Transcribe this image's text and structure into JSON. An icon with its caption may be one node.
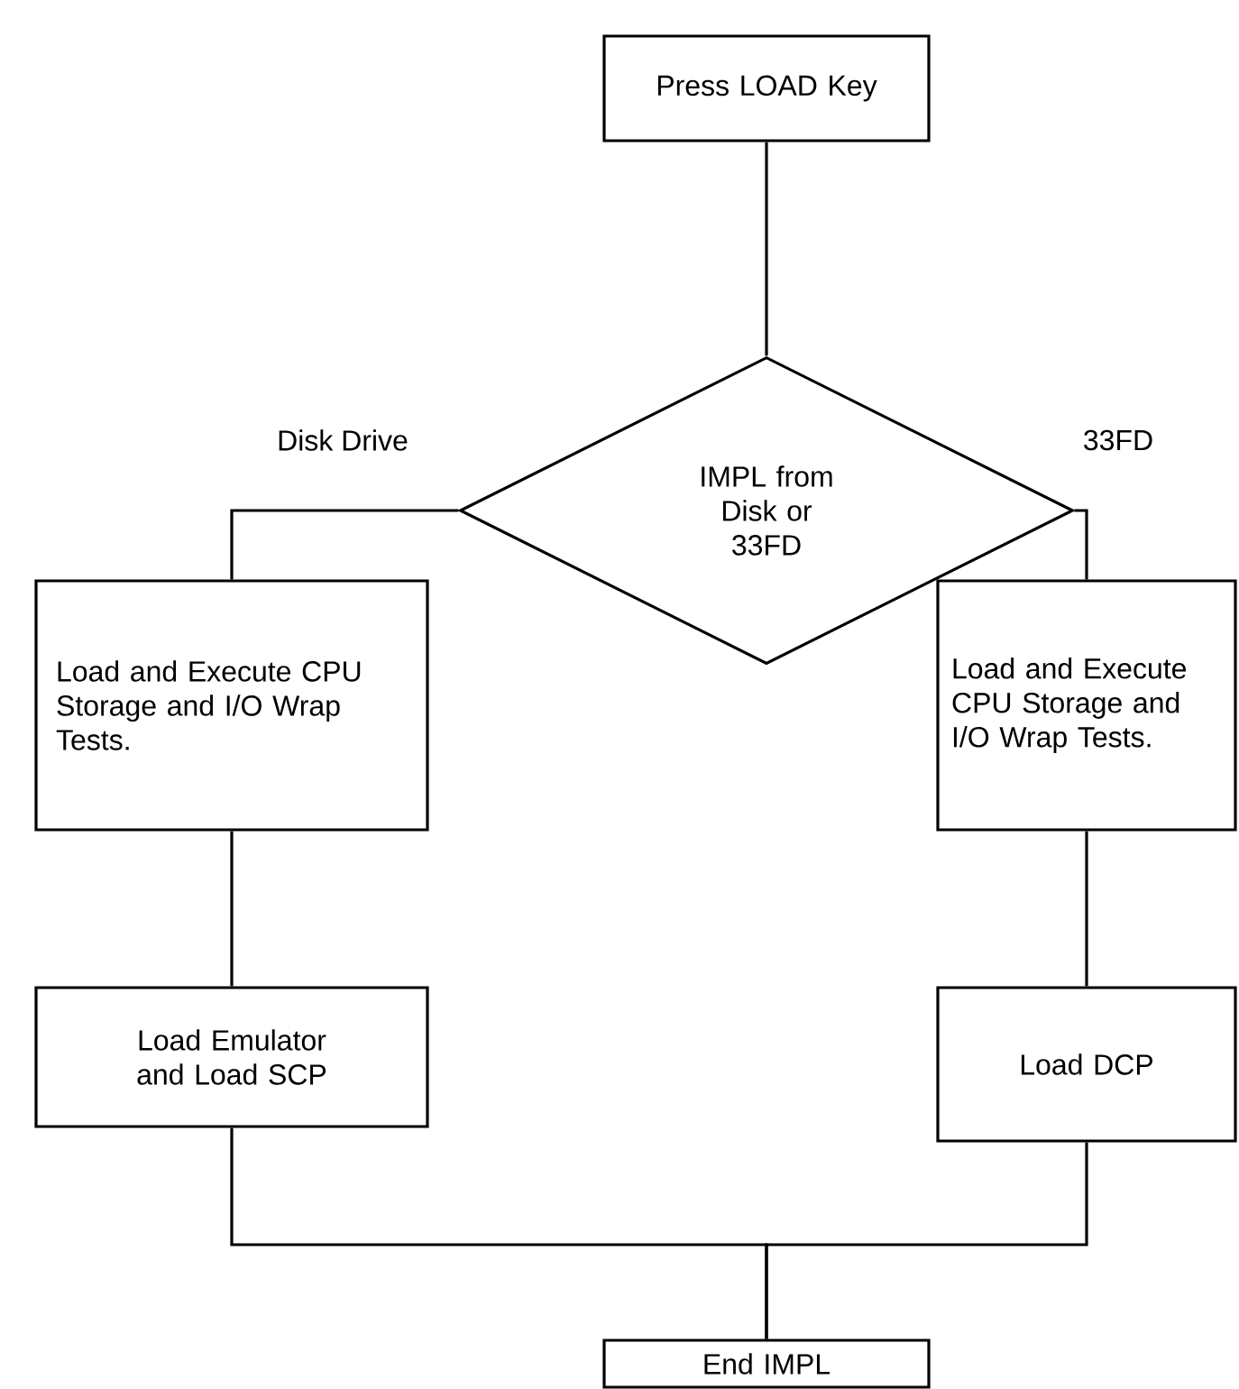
{
  "diagram": {
    "nodes": [
      {
        "text": [
          "Press LOAD Key"
        ]
      },
      {
        "text": [
          "IMPL from Disk or 33FD"
        ]
      },
      {
        "text": [
          "Load and Execute CPU Storage and I/O Wrap Tests."
        ]
      },
      {
        "text": [
          "Load and Execute CPU Storage and I/O Wrap Tests."
        ]
      },
      {
        "text": [
          "Load Emulator and Load SCP"
        ]
      },
      {
        "text": [
          "Load DCP"
        ]
      },
      {
        "text": [
          "End IMPL"
        ]
      }
    ],
    "edges": [
      {
        "from": 0,
        "to": 1,
        "arrow": "none"
      },
      {
        "from": 1,
        "to": 2,
        "arrow": "none",
        "label": "Disk Drive"
      },
      {
        "from": 1,
        "to": 3,
        "arrow": "none",
        "label": "33FD"
      },
      {
        "from": 2,
        "to": 4,
        "arrow": "none"
      },
      {
        "from": 3,
        "to": 5,
        "arrow": "none"
      },
      {
        "from": 4,
        "to": 6,
        "arrow": "none"
      },
      {
        "from": 5,
        "to": 6,
        "arrow": "none"
      }
    ]
  }
}
